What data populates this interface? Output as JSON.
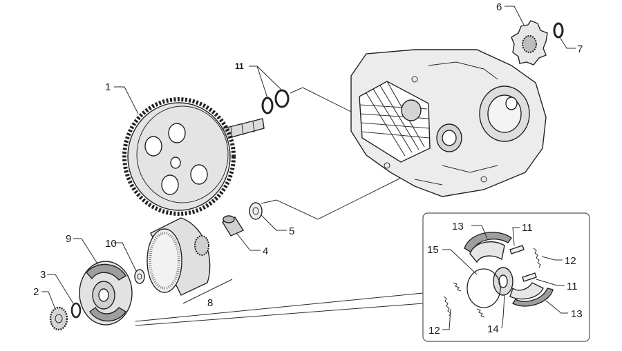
{
  "labels": {
    "l1": "1",
    "l2": "2",
    "l3": "3",
    "l4": "4",
    "l5": "5",
    "l6": "6",
    "l7": "7",
    "l8": "8",
    "l9": "9",
    "l10": "10",
    "l11": "11",
    "l11a": "11",
    "l11b": "11",
    "l12a": "12",
    "l12b": "12",
    "l13a": "13",
    "l13b": "13",
    "l14": "14",
    "l15": "15"
  },
  "colors": {
    "line": "#2a2a2a",
    "part_light": "#e6e6e6",
    "part_mid": "#c8c8c8",
    "part_dark": "#8a8a8a",
    "friction": "#9e9e9e",
    "inset_border": "#555555"
  }
}
